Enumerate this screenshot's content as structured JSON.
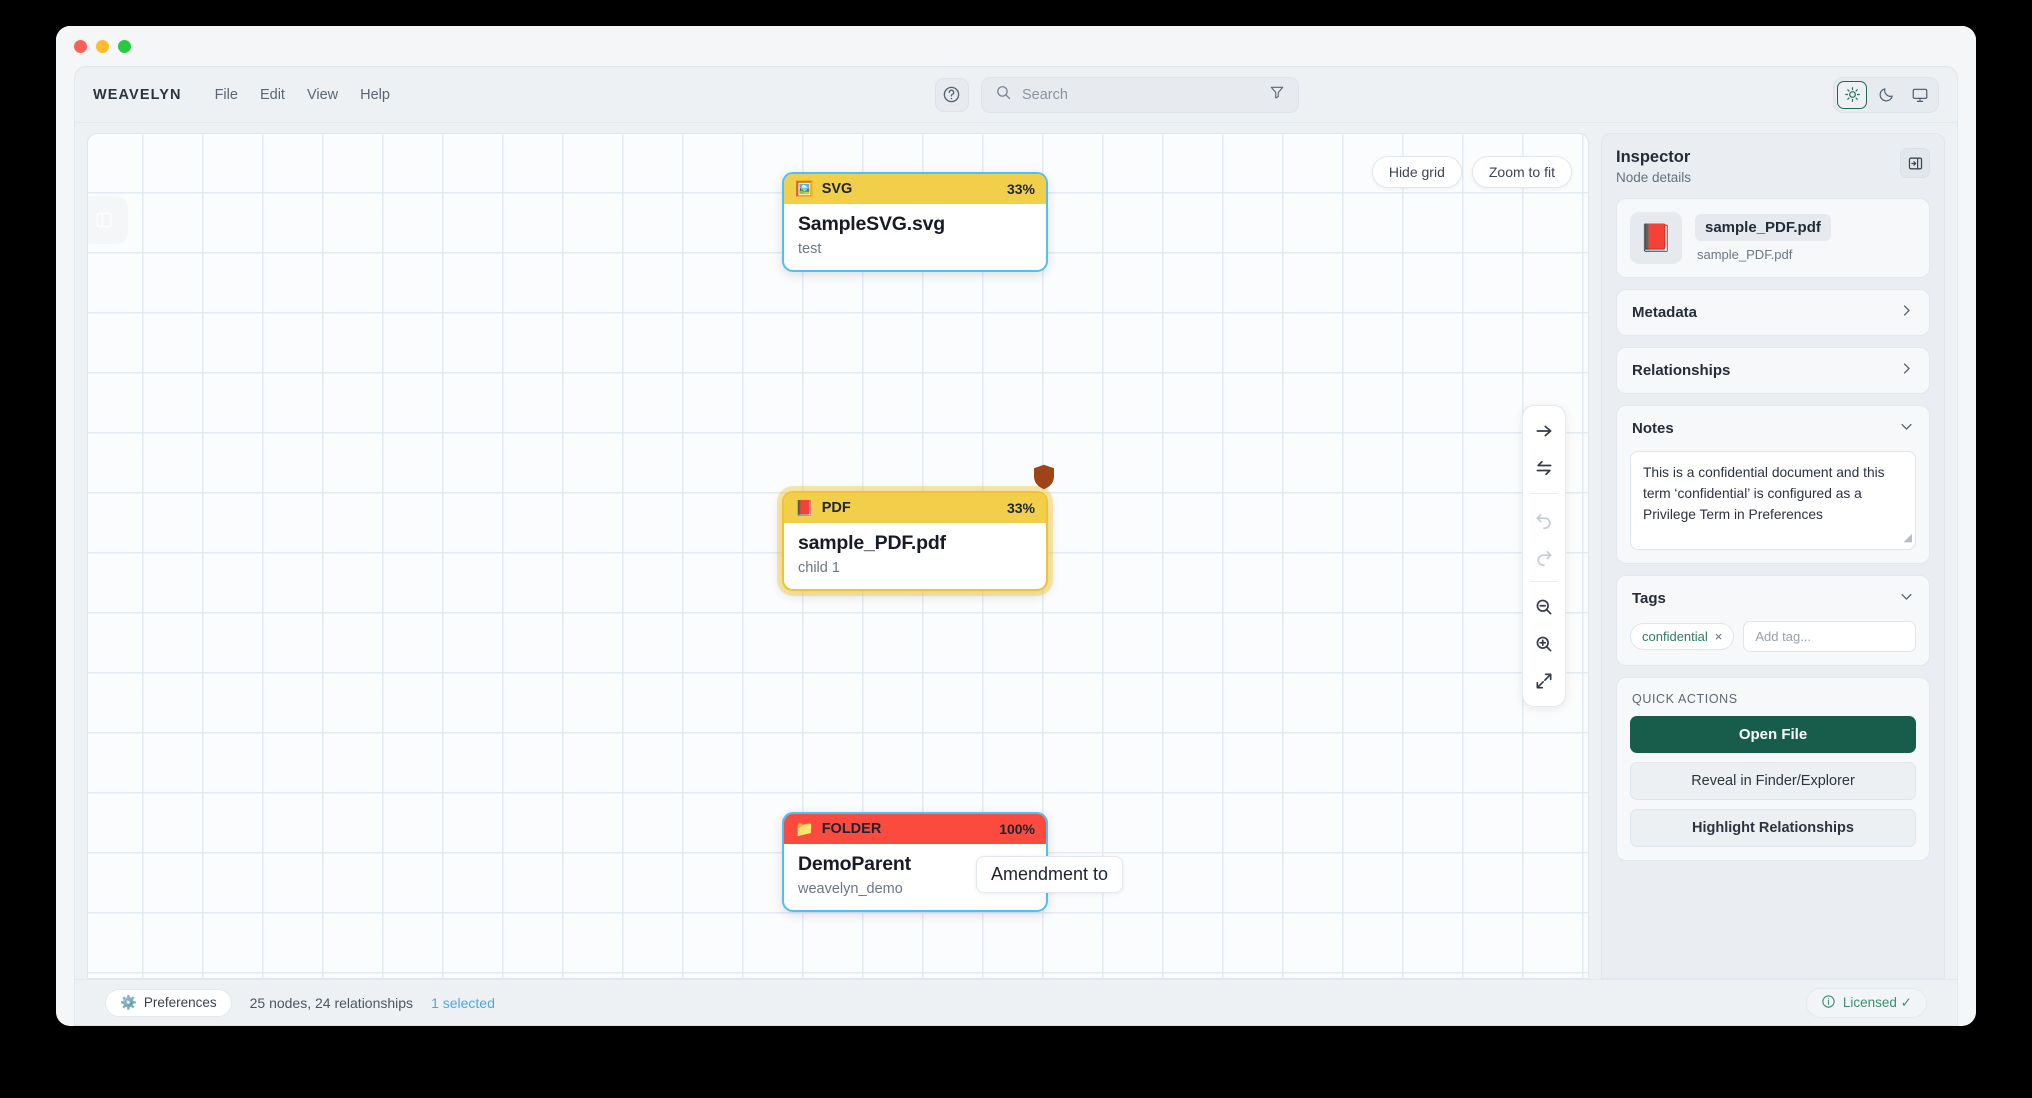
{
  "window": {
    "title": "WEAVELYN"
  },
  "toolbar": {
    "brand": "WEAVELYN",
    "menus": [
      "File",
      "Edit",
      "View",
      "Help"
    ],
    "help_icon": "question-circle-icon",
    "search": {
      "placeholder": "Search",
      "value": "",
      "search_icon": "search-icon",
      "filter_icon": "filter-icon"
    },
    "theme": {
      "light_icon": "sun-icon",
      "dark_icon": "moon-icon",
      "system_icon": "monitor-icon",
      "active": "light"
    }
  },
  "canvas": {
    "buttons": {
      "hide_grid": "Hide grid",
      "zoom_to_fit": "Zoom to fit"
    },
    "side_handle_icon": "panel-toggle-icon",
    "tools": [
      {
        "name": "direction-arrow-icon",
        "label": "",
        "disabled": false
      },
      {
        "name": "swap-direction-icon",
        "label": "",
        "disabled": false
      },
      {
        "name": "undo-icon",
        "label": "",
        "disabled": true
      },
      {
        "name": "redo-icon",
        "label": "",
        "disabled": true
      },
      {
        "name": "zoom-out-icon",
        "label": "",
        "disabled": false
      },
      {
        "name": "zoom-in-icon",
        "label": "",
        "disabled": false
      },
      {
        "name": "fullscreen-icon",
        "label": "",
        "disabled": false
      }
    ],
    "nodes": [
      {
        "type": "SVG",
        "emoji": "🖼️",
        "percent": "33%",
        "title": "SampleSVG.svg",
        "subtitle": "test",
        "header_color": "#f2cf4a",
        "selected": false,
        "badge": null
      },
      {
        "type": "PDF",
        "emoji": "📕",
        "percent": "33%",
        "title": "sample_PDF.pdf",
        "subtitle": "child 1",
        "header_color": "#f2cf4a",
        "selected": true,
        "badge": "privilege-shield-icon"
      },
      {
        "type": "FOLDER",
        "emoji": "📁",
        "percent": "100%",
        "title": "DemoParent",
        "subtitle": "weavelyn_demo",
        "header_color": "#fb4b3e",
        "selected": false,
        "badge": null
      }
    ],
    "edge_label": "Amendment to"
  },
  "inspector": {
    "title": "Inspector",
    "subtitle": "Node details",
    "collapse_icon": "collapse-panel-icon",
    "preview": {
      "emoji": "📕",
      "name": "sample_PDF.pdf",
      "path": "sample_PDF.pdf"
    },
    "sections": [
      {
        "label": "Metadata",
        "expanded": false
      },
      {
        "label": "Relationships",
        "expanded": false
      },
      {
        "label": "Notes",
        "expanded": true
      },
      {
        "label": "Tags",
        "expanded": true
      }
    ],
    "notes": {
      "value": "This is a confidential document and this term ‘confidential’ is configured as a Privilege Term in Preferences"
    },
    "tags": {
      "items": [
        "confidential"
      ],
      "remove_glyph": "×",
      "add_placeholder": "Add tag..."
    },
    "quick_actions": {
      "label": "QUICK ACTIONS",
      "primary": "Open File",
      "secondary": [
        "Reveal in Finder/Explorer",
        "Highlight Relationships"
      ]
    }
  },
  "statusbar": {
    "preferences": "Preferences",
    "preferences_icon": "⚙️",
    "counts": "25 nodes, 24 relationships",
    "selected": "1 selected",
    "license": "Licensed ✓",
    "license_icon": "info-circle-icon"
  },
  "colors": {
    "accent_green": "#185d4c",
    "selection_blue": "#49a9e8",
    "node_border": "#4fc0f5",
    "selected_border": "#f2c230",
    "folder_header": "#fb4b3e",
    "file_header": "#f2cf4a",
    "edge_gray": "#8e98a6"
  }
}
